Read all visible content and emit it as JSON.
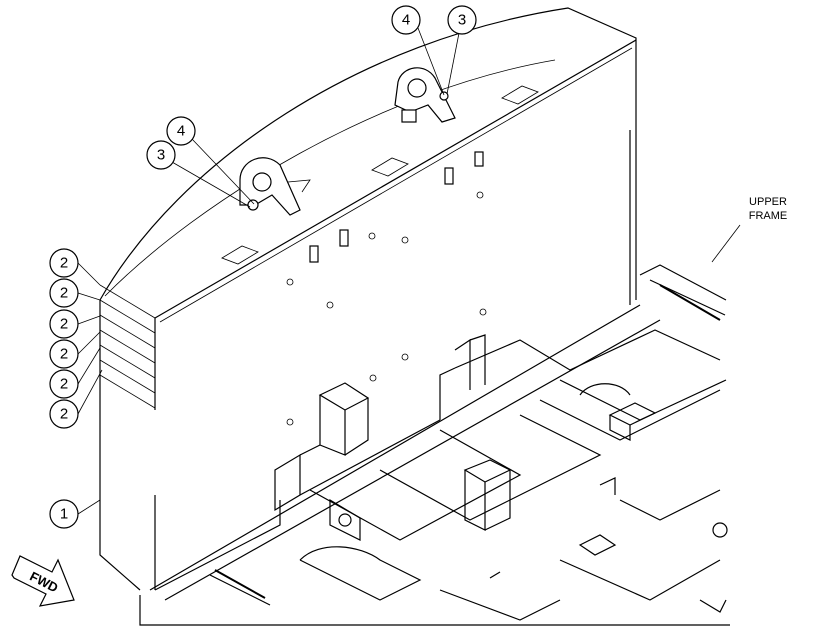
{
  "diagram": {
    "callouts": [
      {
        "id": "c4-top",
        "num": "4"
      },
      {
        "id": "c3-top",
        "num": "3"
      },
      {
        "id": "c4-left",
        "num": "4"
      },
      {
        "id": "c3-left",
        "num": "3"
      },
      {
        "id": "c2-a",
        "num": "2"
      },
      {
        "id": "c2-b",
        "num": "2"
      },
      {
        "id": "c2-c",
        "num": "2"
      },
      {
        "id": "c2-d",
        "num": "2"
      },
      {
        "id": "c2-e",
        "num": "2"
      },
      {
        "id": "c2-f",
        "num": "2"
      },
      {
        "id": "c1",
        "num": "1"
      }
    ],
    "labels": {
      "upper_line1": "UPPER",
      "upper_line2": "FRAME",
      "fwd": "FWD"
    }
  }
}
